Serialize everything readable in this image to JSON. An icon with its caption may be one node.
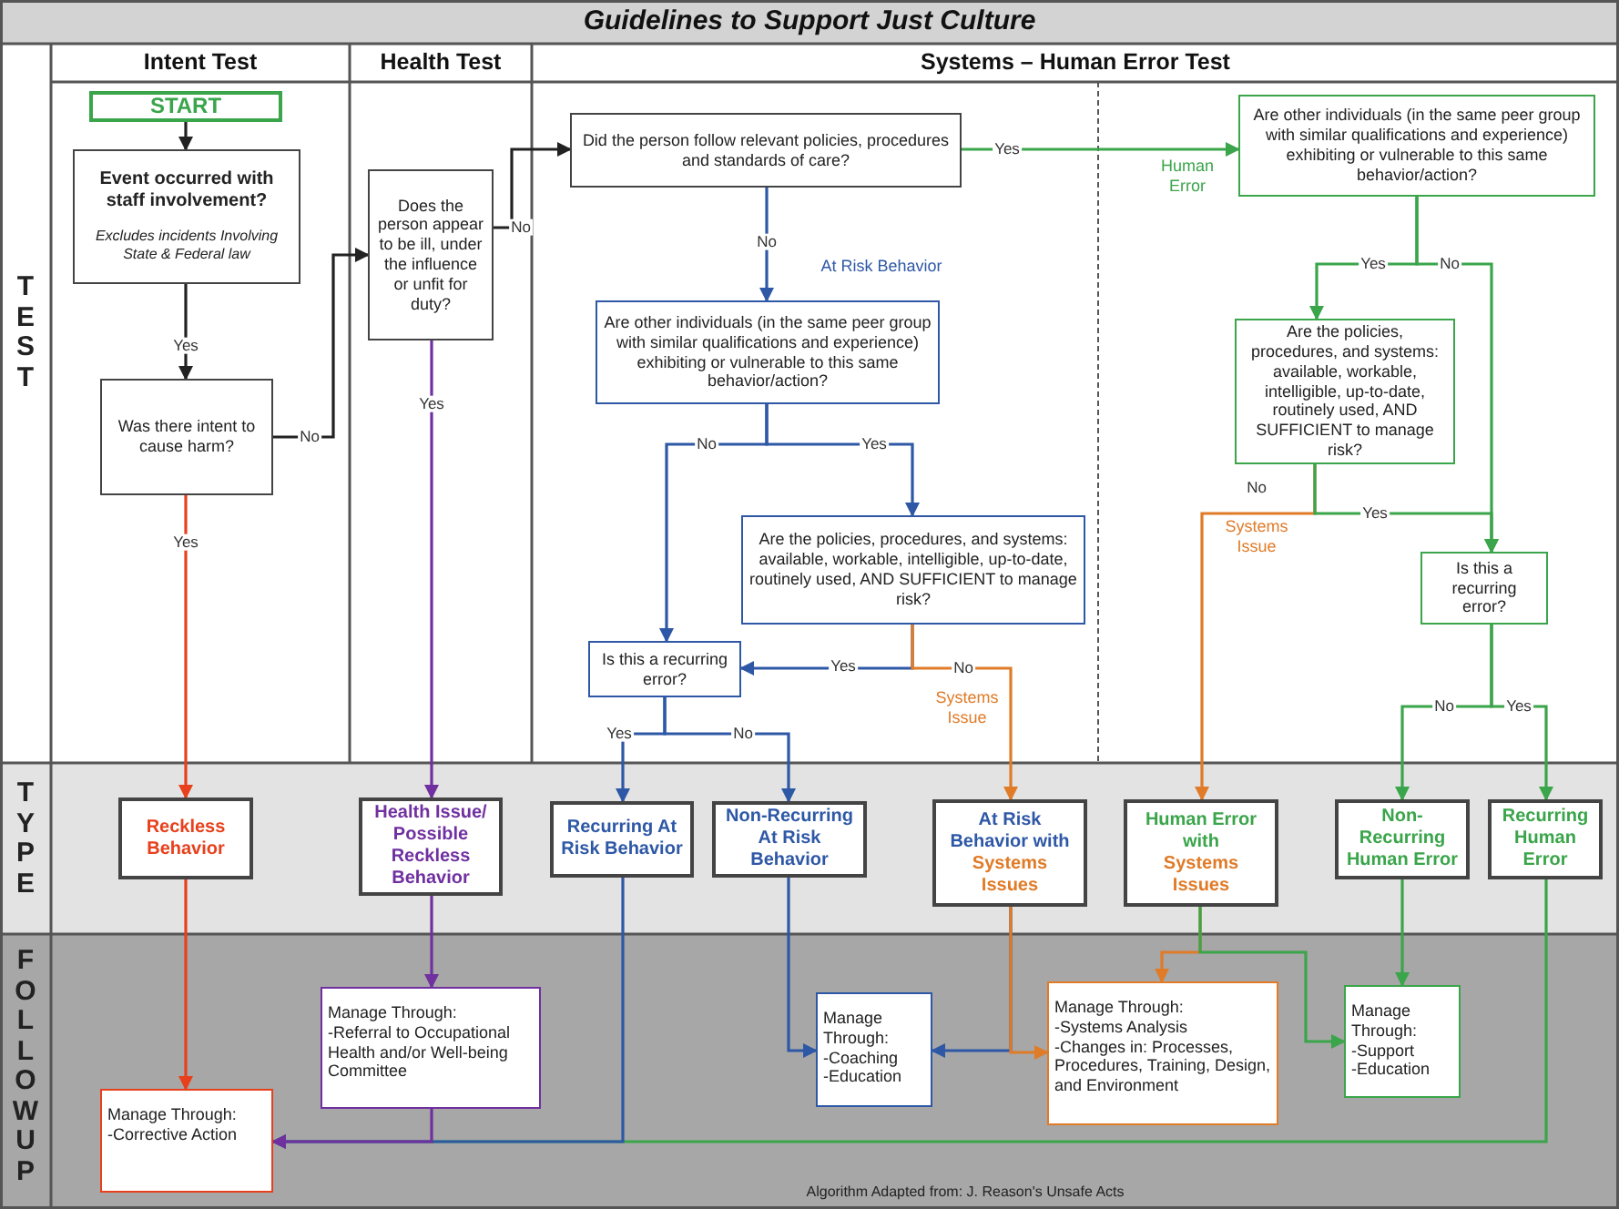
{
  "diagram": {
    "title": "Guidelines to Support Just Culture",
    "nodes": [
      {
        "text": [
          "START"
        ]
      },
      {
        "text": [
          "Event occurred with staff involvement?",
          "Excludes incidents Involving State & Federal law"
        ]
      },
      {
        "text": [
          "Was there intent to cause harm?"
        ]
      },
      {
        "text": [
          "Does the person appear to be ill, under the influence or unfit for duty?"
        ]
      },
      {
        "text": [
          "Did the person follow relevant policies, procedures and standards of care?"
        ]
      },
      {
        "text": [
          "Are other individuals (in the same peer group with similar qualifications and experience) exhibiting or vulnerable to this same behavior/action?"
        ]
      },
      {
        "text": [
          "Are the policies, procedures, and systems: available, workable, intelligible, up-to-date, routinely used, AND SUFFICIENT to manage risk?"
        ]
      },
      {
        "text": [
          "Is this a recurring error?"
        ]
      },
      {
        "text": [
          "Are other individuals (in the same peer group with similar qualifications and experience) exhibiting or vulnerable to this same behavior/action?"
        ]
      },
      {
        "text": [
          "Are the policies, procedures, and systems: available, workable, intelligible, up-to-date, routinely used, AND SUFFICIENT to manage risk?"
        ]
      },
      {
        "text": [
          "Is this a recurring error?"
        ]
      },
      {
        "text": [
          "Reckless Behavior"
        ]
      },
      {
        "text": [
          "Health Issue/ Possible Reckless Behavior"
        ]
      },
      {
        "text": [
          "Recurring At Risk Behavior"
        ]
      },
      {
        "text": [
          "Non-Recurring At Risk Behavior"
        ]
      },
      {
        "text": [
          "At Risk Behavior with",
          "Systems Issues"
        ]
      },
      {
        "text": [
          "Human Error with",
          "Systems Issues"
        ]
      },
      {
        "text": [
          "Non-Recurring Human Error"
        ]
      },
      {
        "text": [
          "Recurring Human Error"
        ]
      },
      {
        "text": [
          "Manage Through:",
          "-Corrective Action"
        ]
      },
      {
        "text": [
          "Manage Through:",
          "-Referral to Occupational Health and/or Well-being Committee"
        ]
      },
      {
        "text": [
          "Manage Through:",
          "-Coaching",
          "-Education"
        ]
      },
      {
        "text": [
          "Manage Through:",
          "-Systems Analysis",
          "-Changes in: Processes, Procedures, Training, Design, and Environment"
        ]
      },
      {
        "text": [
          "Manage Through:",
          "-Support",
          "-Education"
        ]
      }
    ],
    "edges": [
      {
        "from": 0,
        "to": 1,
        "arrow": "to",
        "color": "#222222"
      },
      {
        "from": 1,
        "to": 2,
        "arrow": "to",
        "label": "Yes",
        "color": "#222222"
      },
      {
        "from": 2,
        "to": 3,
        "arrow": "to",
        "label": "No",
        "color": "#222222"
      },
      {
        "from": 3,
        "to": 4,
        "arrow": "to",
        "label": "No",
        "color": "#222222"
      },
      {
        "from": 2,
        "to": 11,
        "arrow": "to",
        "label": "Yes",
        "color": "#e8401c"
      },
      {
        "from": 3,
        "to": 12,
        "arrow": "to",
        "label": "Yes",
        "color": "#7030a0"
      },
      {
        "from": 4,
        "to": 5,
        "arrow": "to",
        "label": "No",
        "color": "#2e58a6"
      },
      {
        "from": 4,
        "to": 8,
        "arrow": "to",
        "label": "Yes",
        "color": "#3aa54a"
      },
      {
        "from": 5,
        "to": 7,
        "arrow": "to",
        "label": "No",
        "color": "#2e58a6"
      },
      {
        "from": 5,
        "to": 6,
        "arrow": "to",
        "label": "Yes",
        "color": "#2e58a6"
      },
      {
        "from": 6,
        "to": 7,
        "arrow": "to",
        "label": "Yes",
        "color": "#2e58a6"
      },
      {
        "from": 6,
        "to": 15,
        "arrow": "to",
        "label": "No",
        "color": "#e07b28"
      },
      {
        "from": 7,
        "to": 13,
        "arrow": "to",
        "label": "Yes",
        "color": "#2e58a6"
      },
      {
        "from": 7,
        "to": 14,
        "arrow": "to",
        "label": "No",
        "color": "#2e58a6"
      },
      {
        "from": 8,
        "to": 9,
        "arrow": "to",
        "label": "Yes",
        "color": "#3aa54a"
      },
      {
        "from": 8,
        "to": 10,
        "arrow": "to",
        "label": "No",
        "color": "#3aa54a"
      },
      {
        "from": 9,
        "to": 16,
        "arrow": "to",
        "label": "No",
        "color": "#e07b28"
      },
      {
        "from": 9,
        "to": 10,
        "arrow": "to",
        "label": "Yes",
        "color": "#3aa54a"
      },
      {
        "from": 10,
        "to": 17,
        "arrow": "to",
        "label": "No",
        "color": "#3aa54a"
      },
      {
        "from": 10,
        "to": 18,
        "arrow": "to",
        "label": "Yes",
        "color": "#3aa54a"
      },
      {
        "from": 11,
        "to": 19,
        "arrow": "to",
        "color": "#e8401c"
      },
      {
        "from": 12,
        "to": 20,
        "arrow": "to",
        "color": "#7030a0"
      },
      {
        "from": 18,
        "to": 19,
        "arrow": "to",
        "color": "#3aa54a"
      },
      {
        "from": 13,
        "to": 19,
        "arrow": "to",
        "color": "#2e58a6"
      },
      {
        "from": 20,
        "to": 19,
        "arrow": "to",
        "color": "#7030a0"
      },
      {
        "from": 14,
        "to": 21,
        "arrow": "to",
        "color": "#2e58a6"
      },
      {
        "from": 15,
        "to": 21,
        "arrow": "to",
        "color": "#2e58a6"
      },
      {
        "from": 15,
        "to": 22,
        "arrow": "to",
        "color": "#e07b28"
      },
      {
        "from": 16,
        "to": 22,
        "arrow": "to",
        "color": "#e07b28"
      },
      {
        "from": 16,
        "to": 23,
        "arrow": "to",
        "color": "#3aa54a"
      },
      {
        "from": 17,
        "to": 23,
        "arrow": "to",
        "color": "#3aa54a"
      }
    ],
    "labels": [
      "Intent Test",
      "Health Test",
      "Systems – Human Error Test",
      "TEST",
      "Human Error",
      "At Risk Behavior",
      "Systems Issue",
      "Systems Issue",
      "TYPE",
      "FOLLOWUP",
      "Algorithm Adapted from: J. Reason's Unsafe Acts"
    ]
  }
}
